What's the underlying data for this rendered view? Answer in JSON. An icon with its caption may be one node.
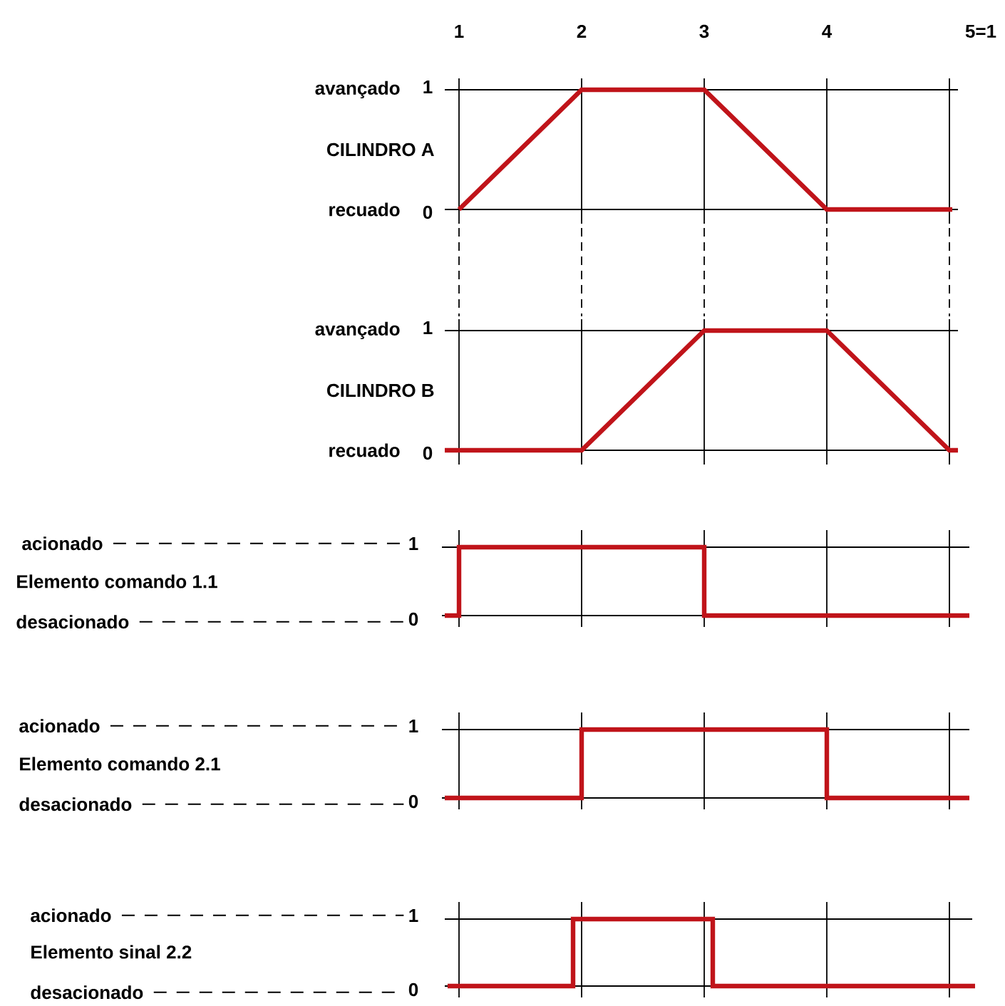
{
  "diagram": {
    "nodes": [
      {
        "text": [
          "acionado"
        ]
      },
      {
        "text": [
          "1"
        ]
      },
      {
        "text": [
          "desacionado"
        ]
      },
      {
        "text": [
          "0"
        ]
      },
      {
        "text": [
          "acionado"
        ]
      },
      {
        "text": [
          "1"
        ]
      },
      {
        "text": [
          "desacionado"
        ]
      },
      {
        "text": [
          "0"
        ]
      },
      {
        "text": [
          "acionado"
        ]
      },
      {
        "text": [
          "1"
        ]
      },
      {
        "text": [
          "desacionado"
        ]
      },
      {
        "text": [
          "0"
        ]
      }
    ],
    "edges": [
      {
        "from": 0,
        "to": 1,
        "arrow": "none",
        "style": "dashed"
      },
      {
        "from": 2,
        "to": 3,
        "arrow": "none",
        "style": "dashed"
      },
      {
        "from": 4,
        "to": 5,
        "arrow": "none",
        "style": "dashed"
      },
      {
        "from": 6,
        "to": 7,
        "arrow": "none",
        "style": "dashed"
      },
      {
        "from": 8,
        "to": 9,
        "arrow": "none",
        "style": "dashed"
      },
      {
        "from": 10,
        "to": 11,
        "arrow": "none",
        "style": "dashed"
      }
    ],
    "labels": [
      "1",
      "2",
      "3",
      "4",
      "5=1",
      "avançado",
      "1",
      "CILINDRO A",
      "recuado",
      "0",
      "avançado",
      "1",
      "CILINDRO B",
      "recuado",
      "0",
      "Elemento comando 1.1",
      "Elemento comando 2.1",
      "Elemento sinal 2.2"
    ]
  }
}
